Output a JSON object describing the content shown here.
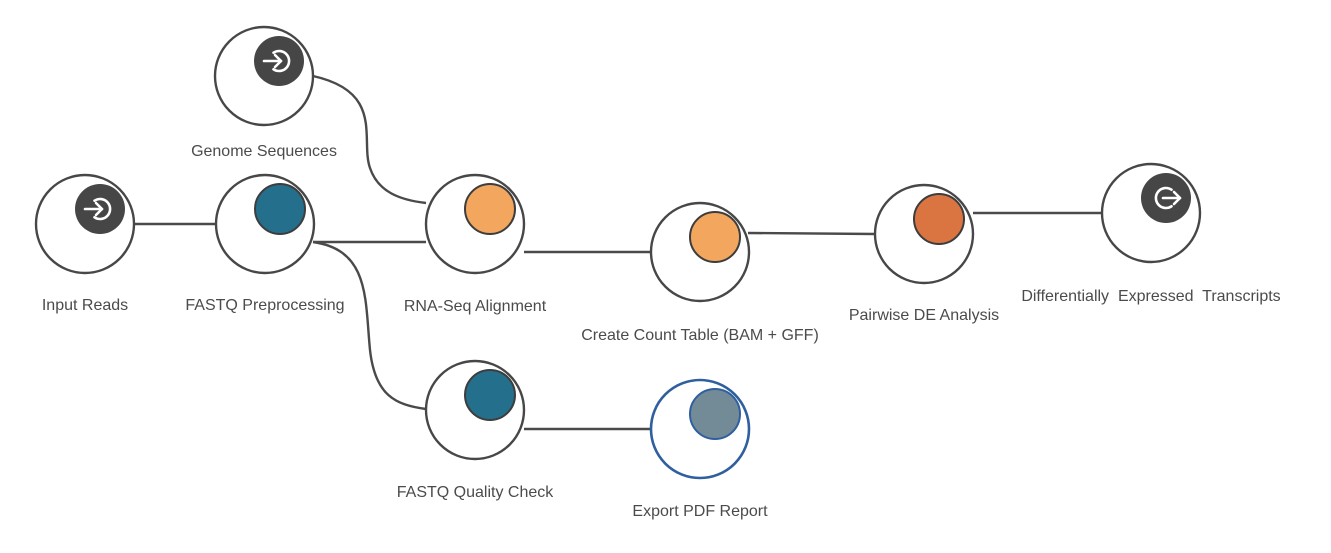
{
  "workflow": {
    "nodes": [
      {
        "id": "input-reads",
        "label": "Input Reads",
        "kind": "input",
        "icon": "input-arrow-icon",
        "color": "#464646"
      },
      {
        "id": "fastq-preprocessing",
        "label": "FASTQ Preprocessing",
        "kind": "tool",
        "color": "#246f8b"
      },
      {
        "id": "genome-sequences",
        "label": "Genome Sequences",
        "kind": "input",
        "icon": "input-arrow-icon",
        "color": "#464646"
      },
      {
        "id": "rna-seq-alignment",
        "label": "RNA-Seq Alignment",
        "kind": "tool",
        "color": "#f2a65e"
      },
      {
        "id": "create-count-table",
        "label": "Create Count Table (BAM + GFF)",
        "kind": "tool",
        "color": "#f2a65e"
      },
      {
        "id": "pairwise-de-analysis",
        "label": "Pairwise DE Analysis",
        "kind": "tool",
        "color": "#da7541"
      },
      {
        "id": "differentially-expressed-transcripts",
        "label": "Differentially  Expressed  Transcripts",
        "kind": "output",
        "icon": "output-arrow-icon",
        "color": "#464646"
      },
      {
        "id": "fastq-quality-check",
        "label": "FASTQ Quality Check",
        "kind": "tool",
        "color": "#246f8b"
      },
      {
        "id": "export-pdf-report",
        "label": "Export PDF Report",
        "kind": "tool",
        "color": "#728b96",
        "selected": true
      }
    ],
    "edges": [
      {
        "from": "input-reads",
        "to": "fastq-preprocessing"
      },
      {
        "from": "genome-sequences",
        "to": "rna-seq-alignment"
      },
      {
        "from": "fastq-preprocessing",
        "to": "rna-seq-alignment"
      },
      {
        "from": "fastq-preprocessing",
        "to": "fastq-quality-check"
      },
      {
        "from": "rna-seq-alignment",
        "to": "create-count-table"
      },
      {
        "from": "create-count-table",
        "to": "pairwise-de-analysis"
      },
      {
        "from": "pairwise-de-analysis",
        "to": "differentially-expressed-transcripts"
      },
      {
        "from": "fastq-quality-check",
        "to": "export-pdf-report"
      }
    ]
  },
  "colors": {
    "edge": "#4a4a4a",
    "ring": "#474747",
    "selected_ring": "#2f5f9e",
    "label": "#4b4b4b"
  }
}
